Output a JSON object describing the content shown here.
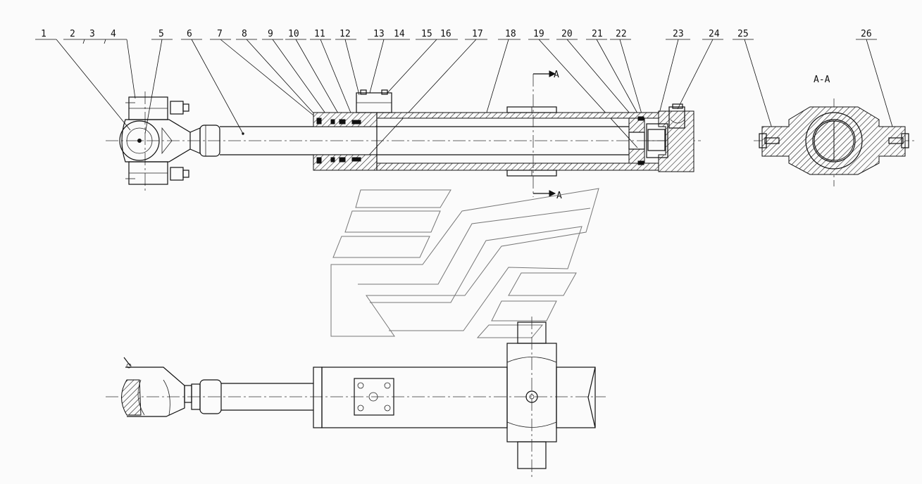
{
  "callouts": [
    {
      "id": "1",
      "label": "1"
    },
    {
      "id": "2",
      "label": "2"
    },
    {
      "id": "3",
      "label": "3"
    },
    {
      "id": "4",
      "label": "4"
    },
    {
      "id": "5",
      "label": "5"
    },
    {
      "id": "6",
      "label": "6"
    },
    {
      "id": "7",
      "label": "7"
    },
    {
      "id": "8",
      "label": "8"
    },
    {
      "id": "9",
      "label": "9"
    },
    {
      "id": "10",
      "label": "10"
    },
    {
      "id": "11",
      "label": "11"
    },
    {
      "id": "12",
      "label": "12"
    },
    {
      "id": "13",
      "label": "13"
    },
    {
      "id": "14",
      "label": "14"
    },
    {
      "id": "15",
      "label": "15"
    },
    {
      "id": "16",
      "label": "16"
    },
    {
      "id": "17",
      "label": "17"
    },
    {
      "id": "18",
      "label": "18"
    },
    {
      "id": "19",
      "label": "19"
    },
    {
      "id": "20",
      "label": "20"
    },
    {
      "id": "21",
      "label": "21"
    },
    {
      "id": "22",
      "label": "22"
    },
    {
      "id": "23",
      "label": "23"
    },
    {
      "id": "24",
      "label": "24"
    },
    {
      "id": "25",
      "label": "25"
    },
    {
      "id": "26",
      "label": "26"
    }
  ],
  "section": {
    "cut_label_top": "A",
    "cut_label_bottom": "A",
    "view_title": "A-A"
  },
  "colors": {
    "line": "#111111",
    "background": "#fbfbfb",
    "watermark": "#777777"
  }
}
